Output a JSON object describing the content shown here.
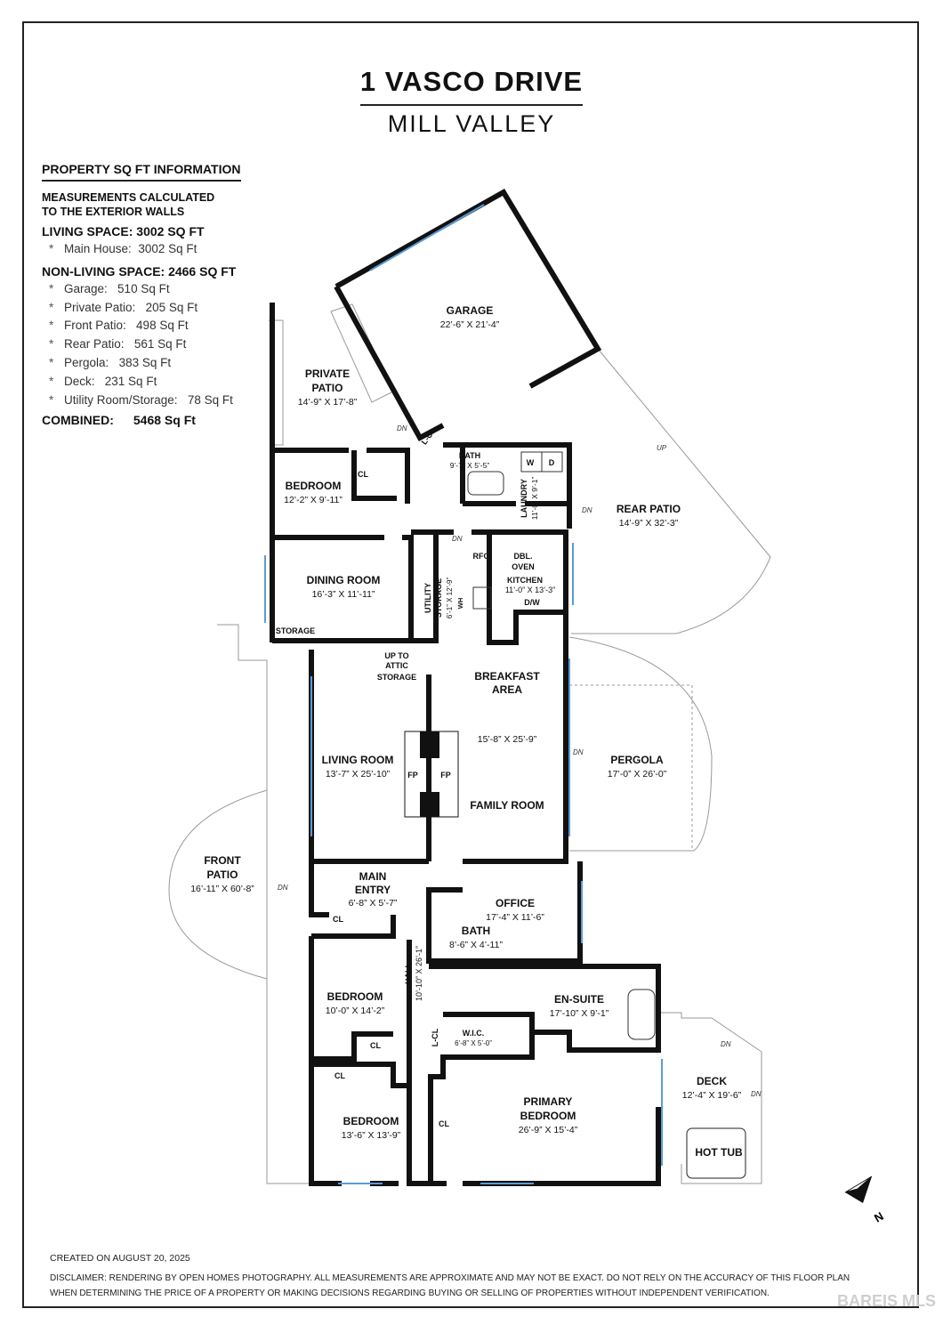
{
  "header": {
    "title": "1 VASCO DRIVE",
    "subtitle": "MILL VALLEY"
  },
  "info": {
    "heading": "PROPERTY SQ FT INFORMATION",
    "calc_note_1": "MEASUREMENTS CALCULATED",
    "calc_note_2": "TO THE EXTERIOR WALLS",
    "living_label": "LIVING SPACE: 3002 SQ FT",
    "living_items": [
      {
        "label": "Main House:",
        "value": "3002 Sq Ft"
      }
    ],
    "nonliving_label": "NON-LIVING SPACE: 2466 SQ FT",
    "nonliving_items": [
      {
        "label": "Garage:",
        "value": "510 Sq Ft"
      },
      {
        "label": "Private Patio:",
        "value": "205 Sq Ft"
      },
      {
        "label": "Front Patio:",
        "value": "498 Sq Ft"
      },
      {
        "label": "Rear Patio:",
        "value": "561 Sq Ft"
      },
      {
        "label": "Pergola:",
        "value": "383 Sq Ft"
      },
      {
        "label": "Deck:",
        "value": "231 Sq Ft"
      },
      {
        "label": "Utility Room/Storage:",
        "value": "78 Sq Ft"
      }
    ],
    "combined_label": "COMBINED:",
    "combined_value": "5468 Sq Ft",
    "bullet": "*"
  },
  "rooms": {
    "garage": {
      "name": "GARAGE",
      "dim": "22’-6” X 21’-4”"
    },
    "private_patio": {
      "name1": "PRIVATE",
      "name2": "PATIO",
      "dim": "14’-9” X 17’-8”"
    },
    "bath1": {
      "name": "BATH",
      "dim": "9’-7” X 5’-5”"
    },
    "laundry": {
      "name": "LAUNDRY",
      "dim": "11’-0” X 9’-1”"
    },
    "washer": "W",
    "dryer": "D",
    "bedroom1": {
      "name": "BEDROOM",
      "dim": "12’-2” X 9’-11”"
    },
    "rear_patio": {
      "name": "REAR PATIO",
      "dim": "14’-9” X 32’-3”"
    },
    "dining": {
      "name": "DINING ROOM",
      "dim": "16’-3” X 11’-11”"
    },
    "utility": {
      "name1": "UTILITY",
      "name2": "STORAGE",
      "dim": "6’-1” X 12’-9”"
    },
    "kitchen": {
      "name": "KITCHEN",
      "dim": "11’-0” X 13’-3”"
    },
    "dbl_oven_1": "DBL.",
    "dbl_oven_2": "OVEN",
    "rfg": "RFG",
    "wh": "WH",
    "dw": "D/W",
    "storage": "STORAGE",
    "attic_1": "UP TO",
    "attic_2": "ATTIC",
    "attic_3": "STORAGE",
    "breakfast_1": "BREAKFAST",
    "breakfast_2": "AREA",
    "family_dim": "15’-8” X 25’-9”",
    "family": "FAMILY ROOM",
    "living": {
      "name": "LIVING ROOM",
      "dim": "13’-7” X 25’-10”"
    },
    "fp": "FP",
    "pergola": {
      "name": "PERGOLA",
      "dim": "17’-0” X 26’-0”"
    },
    "front_patio": {
      "name1": "FRONT",
      "name2": "PATIO",
      "dim": "16’-11” X 60’-8”"
    },
    "main_entry": {
      "name1": "MAIN",
      "name2": "ENTRY",
      "dim": "6’-8” X 5’-7”"
    },
    "office": {
      "name": "OFFICE",
      "dim": "17’-4” X 11’-6”"
    },
    "bath2": {
      "name": "BATH",
      "dim": "8’-6” X 4’-11”"
    },
    "hall": {
      "name": "HALL",
      "dim": "10’-10” X 26’-1”"
    },
    "ensuite": {
      "name": "EN-SUITE",
      "dim": "17’-10” X 9’-1”"
    },
    "bedroom2": {
      "name": "BEDROOM",
      "dim": "10’-0” X 14’-2”"
    },
    "wic": {
      "name": "W.I.C.",
      "dim": "6’-8” X 5’-0”"
    },
    "primary": {
      "name1": "PRIMARY",
      "name2": "BEDROOM",
      "dim": "26’-9” X 15’-4”"
    },
    "deck": {
      "name": "DECK",
      "dim": "12’-4” X 19’-6”"
    },
    "hot_tub": "HOT TUB",
    "bedroom3": {
      "name": "BEDROOM",
      "dim": "13’-6” X 13’-9”"
    },
    "cl": "CL",
    "lcl": "L-CL",
    "dn": "DN",
    "up": "UP"
  },
  "compass": {
    "letter": "N"
  },
  "footer": {
    "created": "CREATED ON AUGUST 20, 2025",
    "disclaimer_1": "DISCLAIMER: RENDERING BY OPEN HOMES PHOTOGRAPHY. ALL MEASUREMENTS ARE APPROXIMATE AND MAY NOT BE EXACT. DO NOT RELY ON THE ACCURACY OF THIS FLOOR PLAN",
    "disclaimer_2": "WHEN DETERMINING THE PRICE OF A PROPERTY OR MAKING DECISIONS REGARDING BUYING OR SELLING OF PROPERTIES WITHOUT INDEPENDENT VERIFICATION.",
    "watermark": "BAREIS MLS"
  }
}
